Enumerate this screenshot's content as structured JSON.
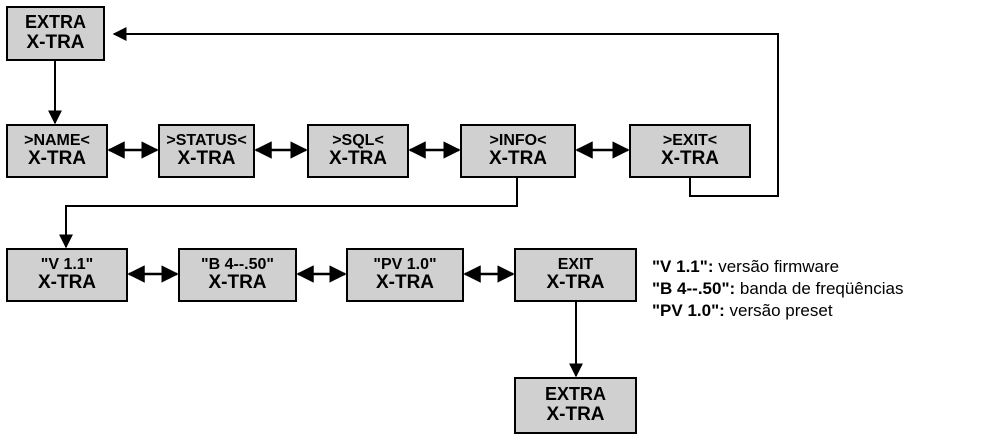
{
  "top_box": {
    "line1": "EXTRA",
    "line2": "X-TRA"
  },
  "menu_row": [
    {
      "line1": ">NAME<",
      "line2": "X-TRA"
    },
    {
      "line1": ">STATUS<",
      "line2": "X-TRA"
    },
    {
      "line1": ">SQL<",
      "line2": "X-TRA"
    },
    {
      "line1": ">INFO<",
      "line2": "X-TRA"
    },
    {
      "line1": ">EXIT<",
      "line2": "X-TRA"
    }
  ],
  "info_row": [
    {
      "line1": "\"V 1.1\"",
      "line2": "X-TRA"
    },
    {
      "line1": "\"B 4--.50\"",
      "line2": "X-TRA"
    },
    {
      "line1": "\"PV 1.0\"",
      "line2": "X-TRA"
    },
    {
      "line1": "EXIT",
      "line2": "X-TRA"
    }
  ],
  "bottom_box": {
    "line1": "EXTRA",
    "line2": "X-TRA"
  },
  "legend": [
    {
      "key": "\"V 1.1\":",
      "text": " versão firmware"
    },
    {
      "key": "\"B 4--.50\":",
      "text": " banda de freqüências"
    },
    {
      "key": "\"PV 1.0\":",
      "text": " versão preset"
    }
  ]
}
